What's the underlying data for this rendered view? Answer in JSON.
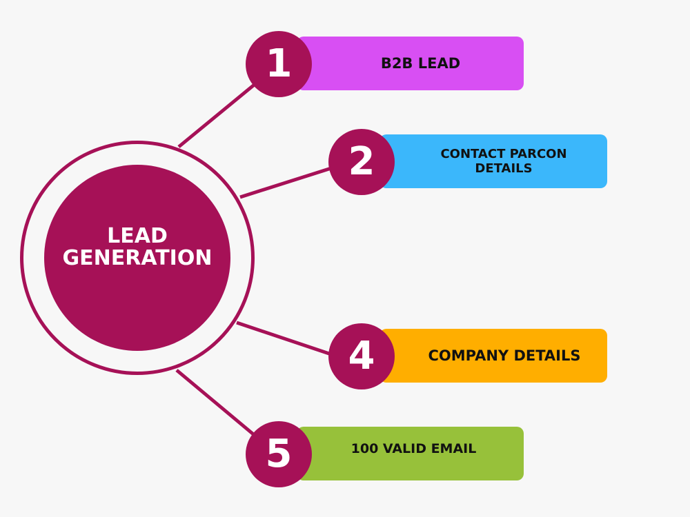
{
  "diagram": {
    "center": {
      "title": "LEAD\nGENERATION",
      "color": "#a61157",
      "text_color": "#ffffff"
    },
    "items": [
      {
        "number": "1",
        "label": "B2B LEAD",
        "color": "#d84ff3"
      },
      {
        "number": "2",
        "label": "CONTACT PARCON\nDETAILS",
        "color": "#3bb7fb"
      },
      {
        "number": "4",
        "label": "COMPANY DETAILS",
        "color": "#ffae00"
      },
      {
        "number": "5",
        "label": "100 VALID EMAIL",
        "color": "#97c13a"
      }
    ],
    "badge_color": "#a61157",
    "connector_color": "#a61157",
    "background": "#f7f7f7"
  }
}
